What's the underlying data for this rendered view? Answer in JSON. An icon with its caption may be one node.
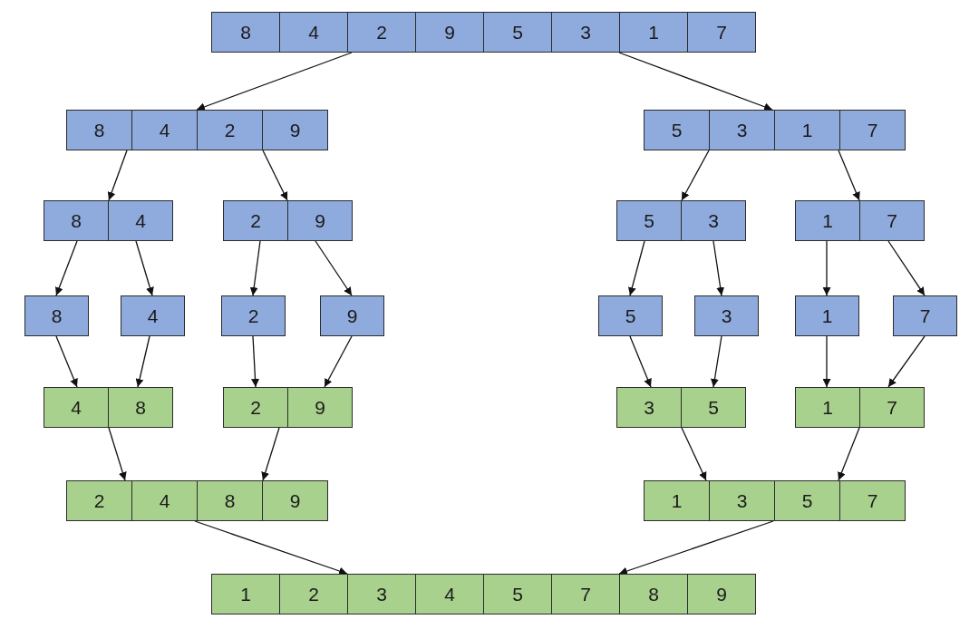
{
  "diagram": {
    "nodes": [
      {
        "text": [
          "8",
          "4",
          "2",
          "9",
          "5",
          "3",
          "1",
          "7"
        ]
      },
      {
        "text": [
          "8",
          "4",
          "2",
          "9"
        ]
      },
      {
        "text": [
          "5",
          "3",
          "1",
          "7"
        ]
      },
      {
        "text": [
          "8",
          "4"
        ]
      },
      {
        "text": [
          "2",
          "9"
        ]
      },
      {
        "text": [
          "5",
          "3"
        ]
      },
      {
        "text": [
          "1",
          "7"
        ]
      },
      {
        "text": [
          "8"
        ]
      },
      {
        "text": [
          "4"
        ]
      },
      {
        "text": [
          "2"
        ]
      },
      {
        "text": [
          "9"
        ]
      },
      {
        "text": [
          "5"
        ]
      },
      {
        "text": [
          "3"
        ]
      },
      {
        "text": [
          "1"
        ]
      },
      {
        "text": [
          "7"
        ]
      },
      {
        "text": [
          "4",
          "8"
        ]
      },
      {
        "text": [
          "2",
          "9"
        ]
      },
      {
        "text": [
          "3",
          "5"
        ]
      },
      {
        "text": [
          "1",
          "7"
        ]
      },
      {
        "text": [
          "2",
          "4",
          "8",
          "9"
        ]
      },
      {
        "text": [
          "1",
          "3",
          "5",
          "7"
        ]
      },
      {
        "text": [
          "1",
          "2",
          "3",
          "4",
          "5",
          "7",
          "8",
          "9"
        ]
      }
    ],
    "edges": [
      {
        "from": 0,
        "to": 1,
        "arrow": "to"
      },
      {
        "from": 0,
        "to": 2,
        "arrow": "to"
      },
      {
        "from": 1,
        "to": 3,
        "arrow": "to"
      },
      {
        "from": 1,
        "to": 4,
        "arrow": "to"
      },
      {
        "from": 2,
        "to": 5,
        "arrow": "to"
      },
      {
        "from": 2,
        "to": 6,
        "arrow": "to"
      },
      {
        "from": 3,
        "to": 7,
        "arrow": "to"
      },
      {
        "from": 3,
        "to": 8,
        "arrow": "to"
      },
      {
        "from": 4,
        "to": 9,
        "arrow": "to"
      },
      {
        "from": 4,
        "to": 10,
        "arrow": "to"
      },
      {
        "from": 5,
        "to": 11,
        "arrow": "to"
      },
      {
        "from": 5,
        "to": 12,
        "arrow": "to"
      },
      {
        "from": 6,
        "to": 13,
        "arrow": "to"
      },
      {
        "from": 6,
        "to": 14,
        "arrow": "to"
      },
      {
        "from": 7,
        "to": 15,
        "arrow": "to"
      },
      {
        "from": 8,
        "to": 15,
        "arrow": "to"
      },
      {
        "from": 9,
        "to": 16,
        "arrow": "to"
      },
      {
        "from": 10,
        "to": 16,
        "arrow": "to"
      },
      {
        "from": 11,
        "to": 17,
        "arrow": "to"
      },
      {
        "from": 12,
        "to": 17,
        "arrow": "to"
      },
      {
        "from": 13,
        "to": 18,
        "arrow": "to"
      },
      {
        "from": 14,
        "to": 18,
        "arrow": "to"
      },
      {
        "from": 15,
        "to": 19,
        "arrow": "to"
      },
      {
        "from": 16,
        "to": 19,
        "arrow": "to"
      },
      {
        "from": 17,
        "to": 20,
        "arrow": "to"
      },
      {
        "from": 18,
        "to": 20,
        "arrow": "to"
      },
      {
        "from": 19,
        "to": 21,
        "arrow": "to"
      },
      {
        "from": 20,
        "to": 21,
        "arrow": "to"
      }
    ]
  }
}
